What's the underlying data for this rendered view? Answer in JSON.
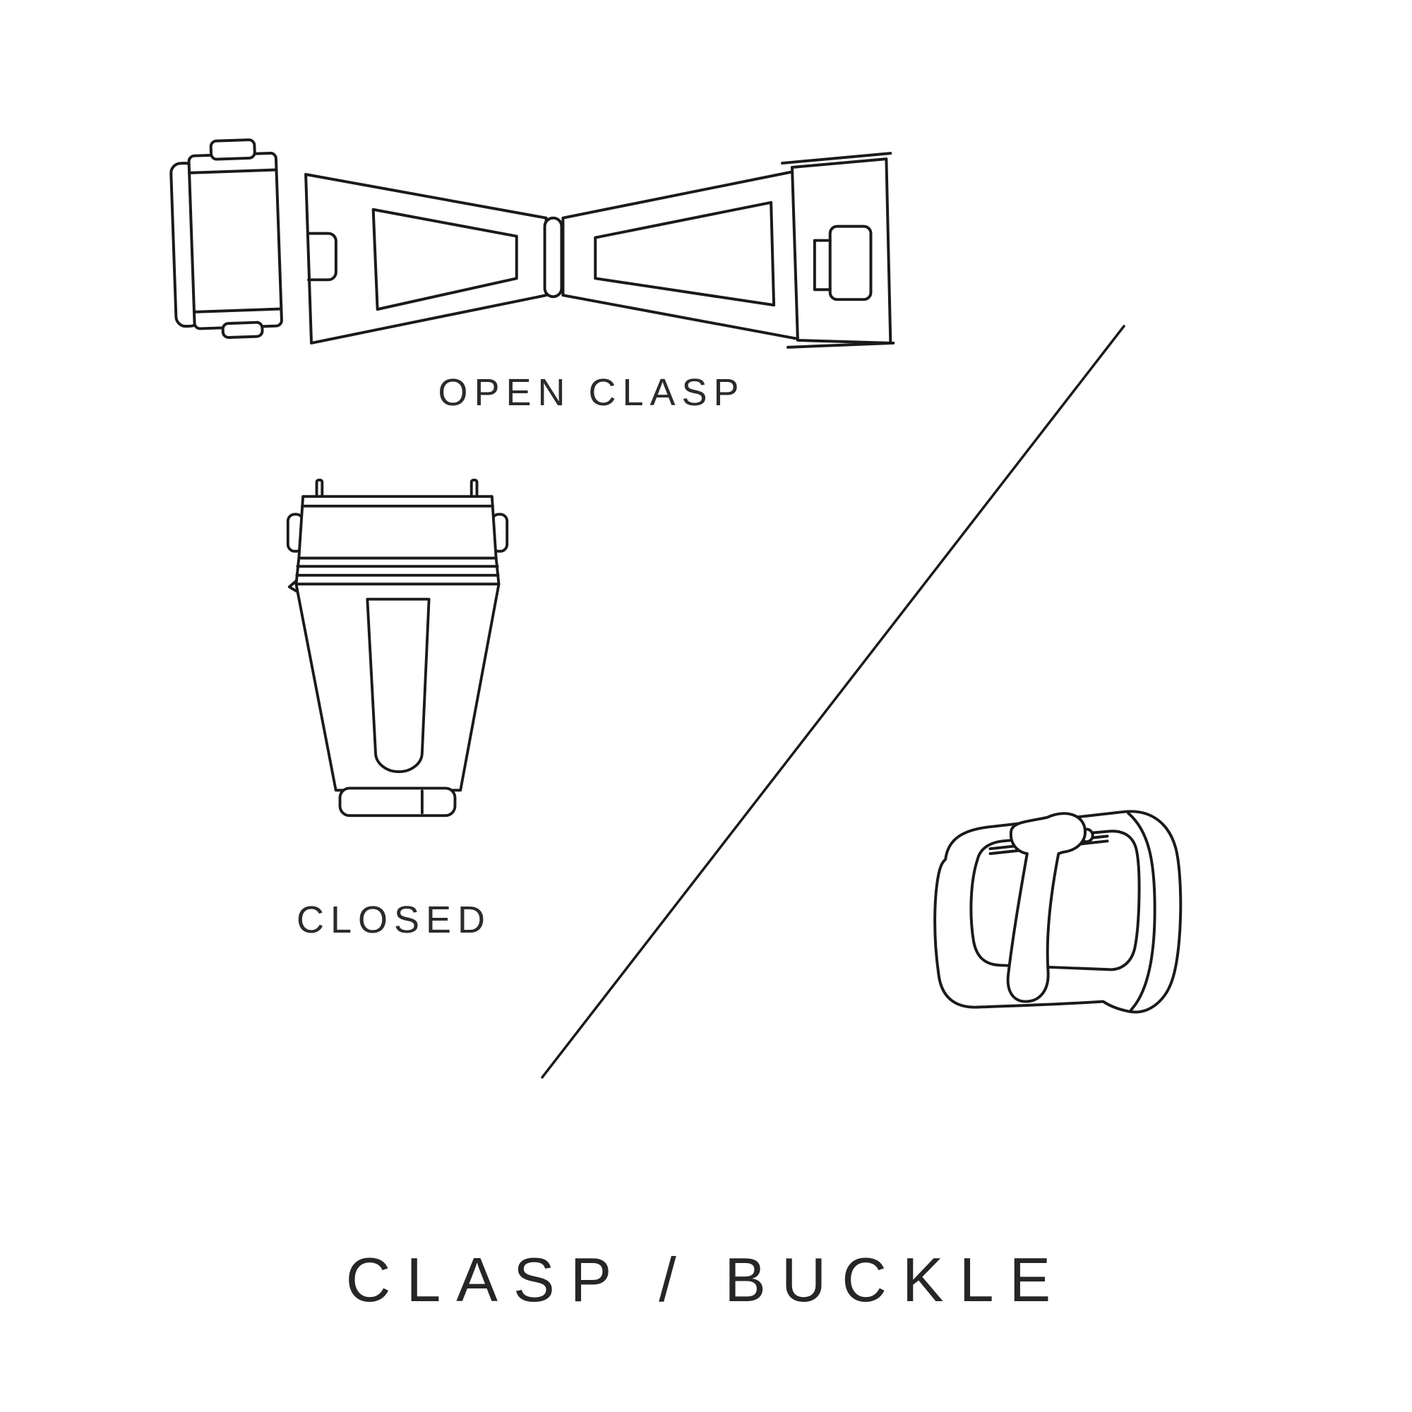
{
  "title": "CLASP / BUCKLE",
  "figures": {
    "open_clasp": {
      "label": "OPEN CLASP"
    },
    "closed_clasp": {
      "label": "CLOSED"
    }
  },
  "colors": {
    "background": "#ffffff",
    "line": "#1a1a1a",
    "text": "#2b2b2b"
  }
}
